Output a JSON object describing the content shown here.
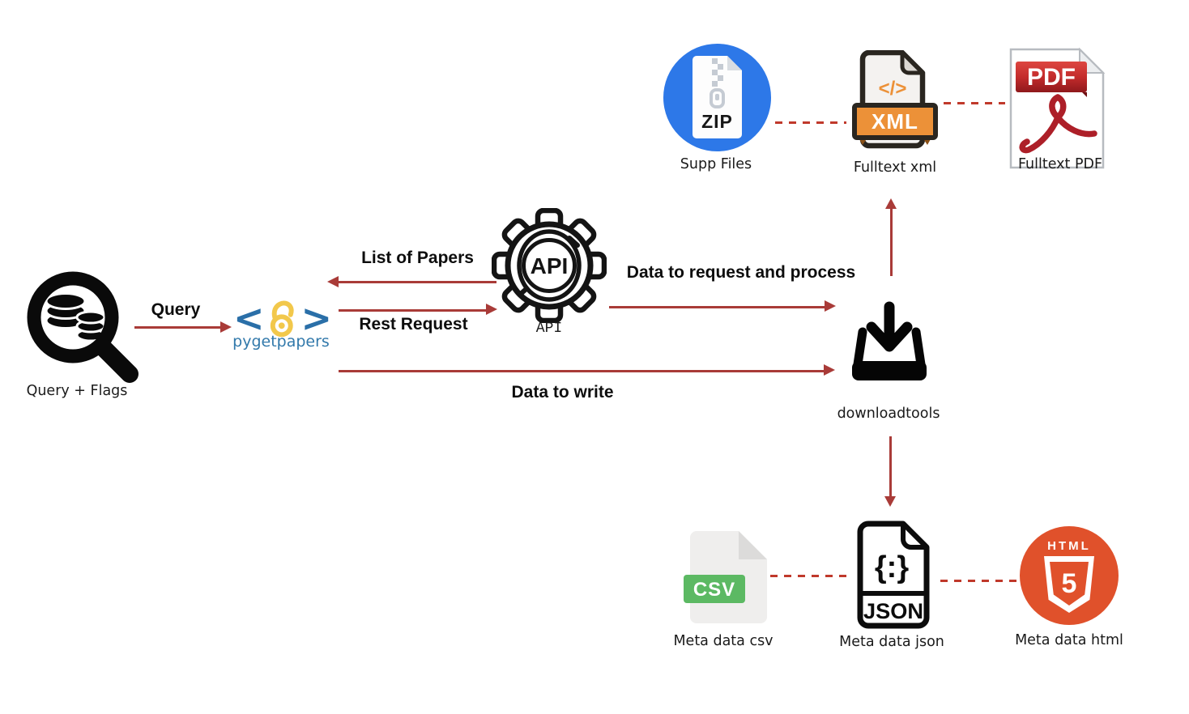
{
  "nodes": {
    "query_flags": {
      "caption": "Query + Flags"
    },
    "pygetpapers": {
      "caption": "pygetpapers",
      "bracket_left": "<",
      "bracket_right": ">"
    },
    "api": {
      "icon_text": "API",
      "caption": "API"
    },
    "downloadtools": {
      "caption": "downloadtools"
    },
    "supp_files": {
      "badge": "ZIP",
      "caption": "Supp Files"
    },
    "fulltext_xml": {
      "code_glyph": "</>",
      "badge": "XML",
      "caption": "Fulltext xml"
    },
    "fulltext_pdf": {
      "badge": "PDF",
      "caption": "Fulltext PDF"
    },
    "meta_csv": {
      "badge": "CSV",
      "caption": "Meta data csv"
    },
    "meta_json": {
      "glyph": "{:}",
      "badge": "JSON",
      "caption": "Meta data json"
    },
    "meta_html": {
      "badge_word": "HTML",
      "badge_digit": "5",
      "caption": "Meta data html"
    }
  },
  "edges": {
    "query": {
      "label": "Query"
    },
    "list_of_papers": {
      "label": "List of Papers"
    },
    "rest_request": {
      "label": "Rest Request"
    },
    "data_to_request": {
      "label": "Data to request and process"
    },
    "data_to_write": {
      "label": "Data to write"
    }
  },
  "colors": {
    "arrow_red": "#a93b38",
    "dashed_red": "#c0392b",
    "zip_blue": "#2d78e8",
    "xml_orange": "#ec9138",
    "pdf_red": "#c0272b",
    "csv_green": "#5cb963",
    "html_orange": "#e0512b",
    "pygetpapers_blue": "#2a6fa8",
    "open_access_yellow": "#f2c84b"
  }
}
